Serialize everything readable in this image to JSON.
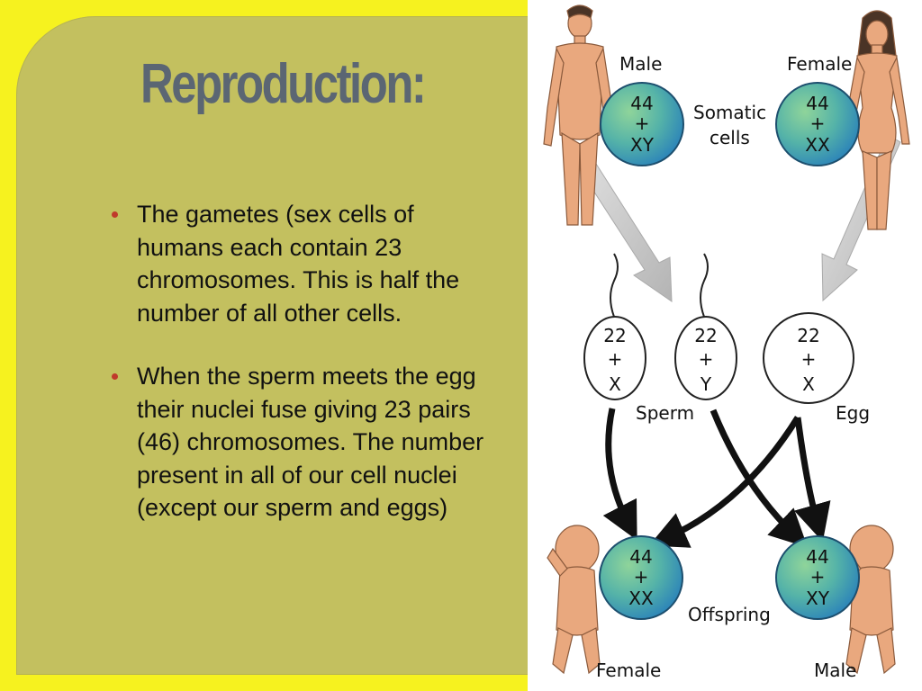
{
  "slide": {
    "title": "Reproduction:",
    "bullets": [
      "The gametes (sex cells of humans each contain 23 chromosomes. This is half the number of all other cells.",
      "When the sperm meets the egg their nuclei fuse giving 23 pairs (46) chromosomes. The number present in all of our cell nuclei (except our sperm and eggs)"
    ]
  },
  "diagram": {
    "parents": {
      "male": {
        "label": "Male",
        "cell": [
          "44",
          "+",
          "XY"
        ]
      },
      "female": {
        "label": "Female",
        "cell": [
          "44",
          "+",
          "XX"
        ]
      },
      "somatic_label": [
        "Somatic",
        "cells"
      ]
    },
    "gametes": {
      "sperm_x": [
        "22",
        "+",
        "X"
      ],
      "sperm_y": [
        "22",
        "+",
        "Y"
      ],
      "egg": [
        "22",
        "+",
        "X"
      ],
      "sperm_label": "Sperm",
      "egg_label": "Egg"
    },
    "offspring": {
      "label": "Offspring",
      "female": {
        "label": "Female",
        "cell": [
          "44",
          "+",
          "XX"
        ]
      },
      "male": {
        "label": "Male",
        "cell": [
          "44",
          "+",
          "XY"
        ]
      }
    }
  },
  "colors": {
    "background": "#f6f21f",
    "panel": "#c3c05f",
    "title": "#5b6673",
    "bullet": "#c0392b",
    "cell_blue": "#3f9fc0",
    "cell_green": "#74c28c",
    "skin": "#e9a87e"
  }
}
